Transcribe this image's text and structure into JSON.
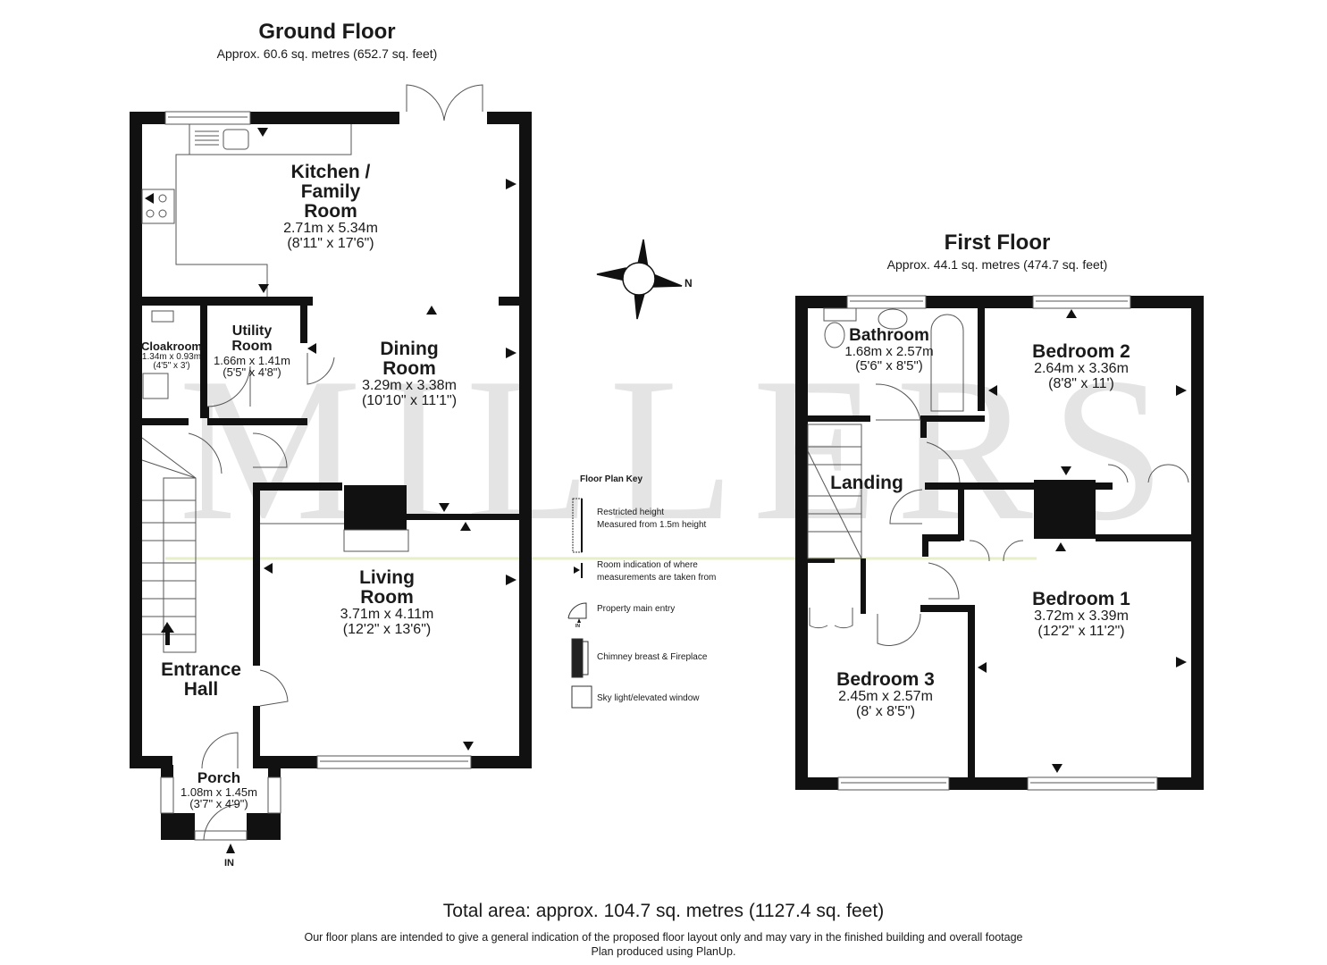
{
  "ground_floor": {
    "title": "Ground Floor",
    "area": "Approx. 60.6 sq. metres (652.7 sq. feet)",
    "rooms": [
      {
        "name": "Kitchen / Family Room",
        "lines": [
          "Kitchen /",
          "Family",
          "Room"
        ],
        "metric": "2.71m x 5.34m",
        "imperial": "(8'11\" x 17'6\")"
      },
      {
        "name": "Utility Room",
        "lines": [
          "Utility",
          "Room"
        ],
        "metric": "1.66m x 1.41m",
        "imperial": "(5'5\" x 4'8\")"
      },
      {
        "name": "Cloakroom",
        "lines": [
          "Cloakroom"
        ],
        "metric": "1.34m x 0.93m",
        "imperial": "(4'5\" x 3')"
      },
      {
        "name": "Dining Room",
        "lines": [
          "Dining",
          "Room"
        ],
        "metric": "3.29m x 3.38m",
        "imperial": "(10'10\" x 11'1\")"
      },
      {
        "name": "Living Room",
        "lines": [
          "Living",
          "Room"
        ],
        "metric": "3.71m x 4.11m",
        "imperial": "(12'2\" x 13'6\")"
      },
      {
        "name": "Entrance Hall",
        "lines": [
          "Entrance",
          "Hall"
        ],
        "metric": "",
        "imperial": ""
      },
      {
        "name": "Porch",
        "lines": [
          "Porch"
        ],
        "metric": "1.08m x 1.45m",
        "imperial": "(3'7\" x 4'9\")"
      }
    ],
    "entry_label": "IN"
  },
  "first_floor": {
    "title": "First Floor",
    "area": "Approx. 44.1 sq. metres (474.7 sq. feet)",
    "rooms": [
      {
        "name": "Bathroom",
        "lines": [
          "Bathroom"
        ],
        "metric": "1.68m x 2.57m",
        "imperial": "(5'6\" x 8'5\")"
      },
      {
        "name": "Bedroom 2",
        "lines": [
          "Bedroom 2"
        ],
        "metric": "2.64m x 3.36m",
        "imperial": "(8'8\" x 11')"
      },
      {
        "name": "Landing",
        "lines": [
          "Landing"
        ],
        "metric": "",
        "imperial": ""
      },
      {
        "name": "Bedroom 1",
        "lines": [
          "Bedroom 1"
        ],
        "metric": "3.72m x 3.39m",
        "imperial": "(12'2\" x 11'2\")"
      },
      {
        "name": "Bedroom 3",
        "lines": [
          "Bedroom 3"
        ],
        "metric": "2.45m x 2.57m",
        "imperial": "(8' x 8'5\")"
      }
    ]
  },
  "compass": {
    "north_label": "N"
  },
  "watermark": "MILLERS",
  "key": {
    "title": "Floor Plan Key",
    "items": [
      {
        "icon": "restricted-height-icon",
        "text": [
          "Restricted height",
          "Measured from 1.5m height"
        ]
      },
      {
        "icon": "measurement-arrow-icon",
        "text": [
          "Room indication of where",
          "measurements are taken from"
        ]
      },
      {
        "icon": "main-entry-icon",
        "text": [
          "Property main entry"
        ],
        "icon_label": "IN"
      },
      {
        "icon": "chimney-icon",
        "text": [
          "Chimney breast & Fireplace"
        ]
      },
      {
        "icon": "skylight-icon",
        "text": [
          "Sky light/elevated window"
        ]
      }
    ]
  },
  "footer": {
    "total": "Total area: approx. 104.7 sq. metres (1127.4 sq. feet)",
    "disclaimer": "Our floor plans are intended to give a general indication of the proposed floor layout only and may vary  in the finished building and overall footage",
    "credit": "Plan produced using PlanUp."
  },
  "colors": {
    "wall": "#111111",
    "watermark_grey": "#e2e2e2",
    "watermark_red": "#f4c4c0",
    "fixture_line": "#555555"
  }
}
